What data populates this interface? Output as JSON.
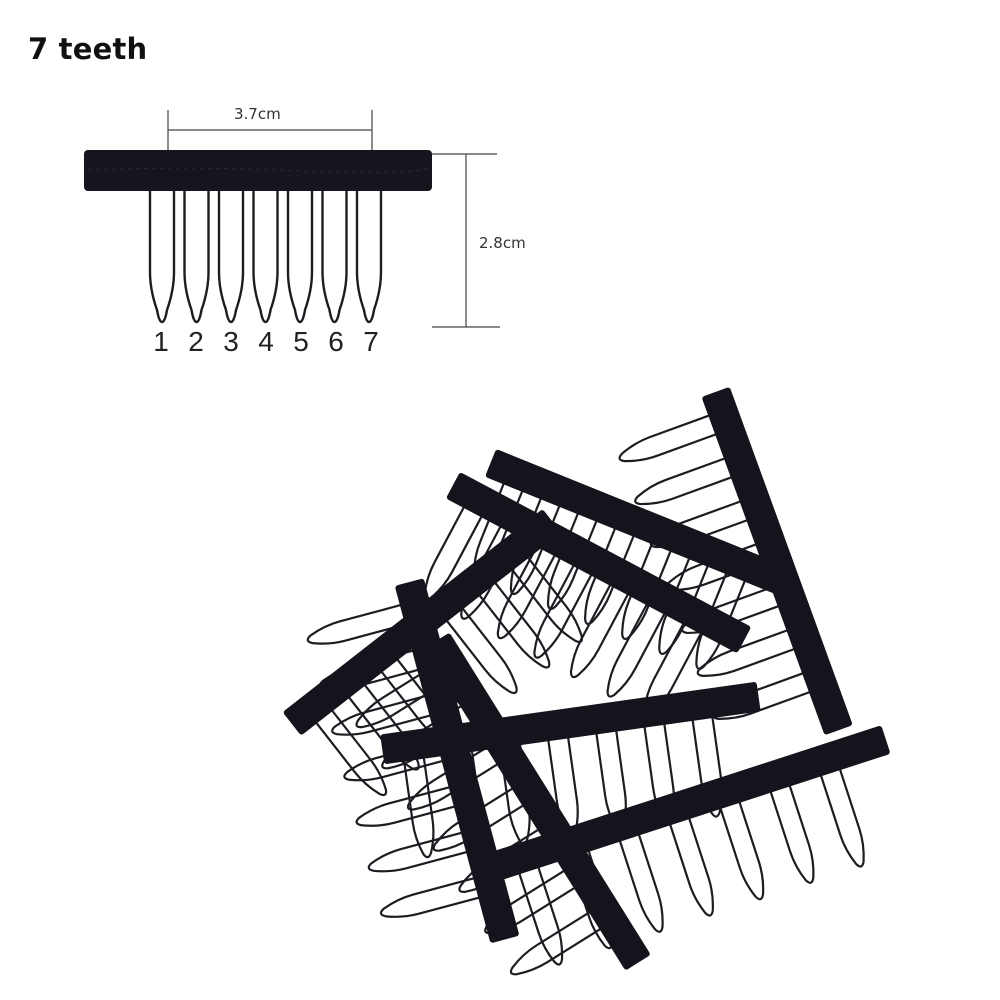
{
  "title": "7 teeth",
  "dimensions": {
    "width": "3.7cm",
    "height": "2.8cm"
  },
  "tooth_numbers": [
    "1",
    "2",
    "3",
    "4",
    "5",
    "6",
    "7"
  ],
  "colors": {
    "fabric": "#15151d",
    "wire": "#1c1c22",
    "line": "#444444"
  }
}
